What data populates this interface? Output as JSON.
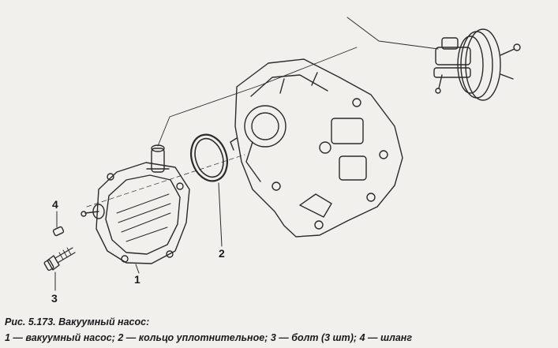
{
  "labels": {
    "l1": "1",
    "l2": "2",
    "l3": "3",
    "l4": "4"
  },
  "caption": {
    "title": "Рис. 5.173. Вакуумный насос:",
    "legend": "1 — вакуумный насос; 2 — кольцо уплотнительное; 3 — болт (3 шт); 4 — шланг"
  },
  "colors": {
    "line": "#2a2a2a",
    "background": "#f2f0ec"
  }
}
